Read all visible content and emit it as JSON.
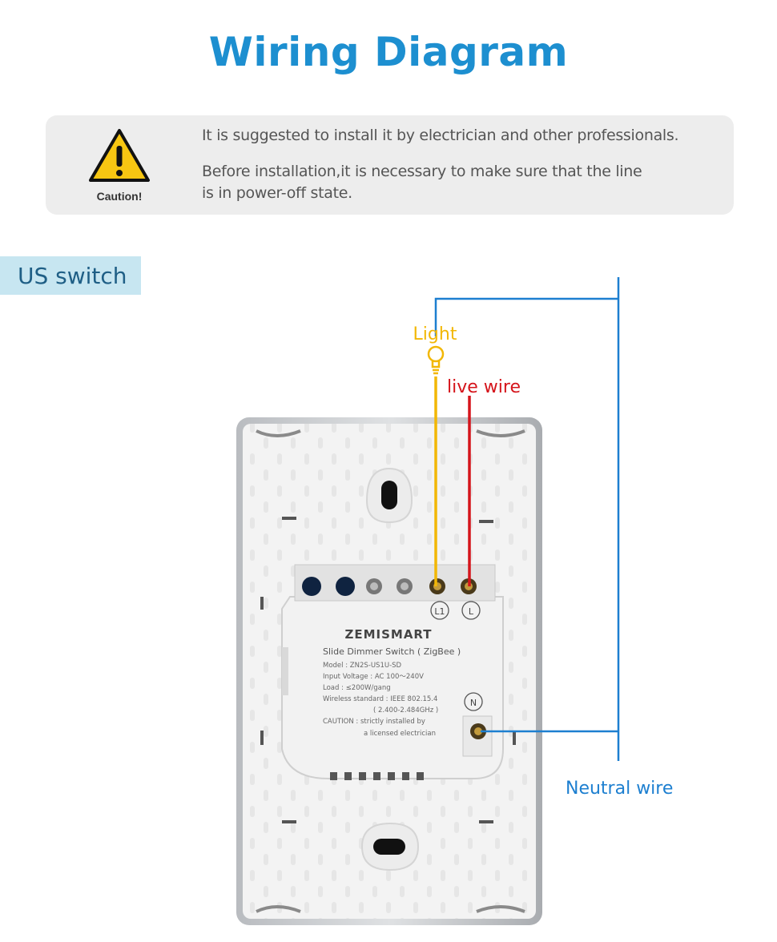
{
  "title": "Wiring Diagram",
  "caution": {
    "label": "Caution!",
    "line1": "It is suggested to install it by electrician and other professionals.",
    "line2a": "Before installation,it is necessary to make sure that the line",
    "line2b": "is in power-off state."
  },
  "section_tag": "US switch",
  "wires": {
    "light": "Light",
    "live": "live wire",
    "neutral": "Neutral wire"
  },
  "terminals": {
    "l1": "L1",
    "l": "L",
    "n": "N"
  },
  "device": {
    "brand": "ZEMISMART",
    "name": "Slide Dimmer Switch ( ZigBee )",
    "model": "Model : ZN2S-US1U-SD",
    "voltage": "Input Voltage : AC 100～240V",
    "load": "Load : ≤200W/gang",
    "wireless": "Wireless standard : IEEE 802.15.4",
    "band": "( 2.400-2.484GHz )",
    "caution1": "CAUTION : strictly installed by",
    "caution2": "a licensed electrician"
  },
  "colors": {
    "title": "#1d8fd0",
    "light_wire": "#f2b705",
    "live_wire": "#d5141b",
    "neutral_wire": "#1d7fd0"
  },
  "icons": [
    "warning-triangle-icon",
    "light-bulb-icon"
  ]
}
